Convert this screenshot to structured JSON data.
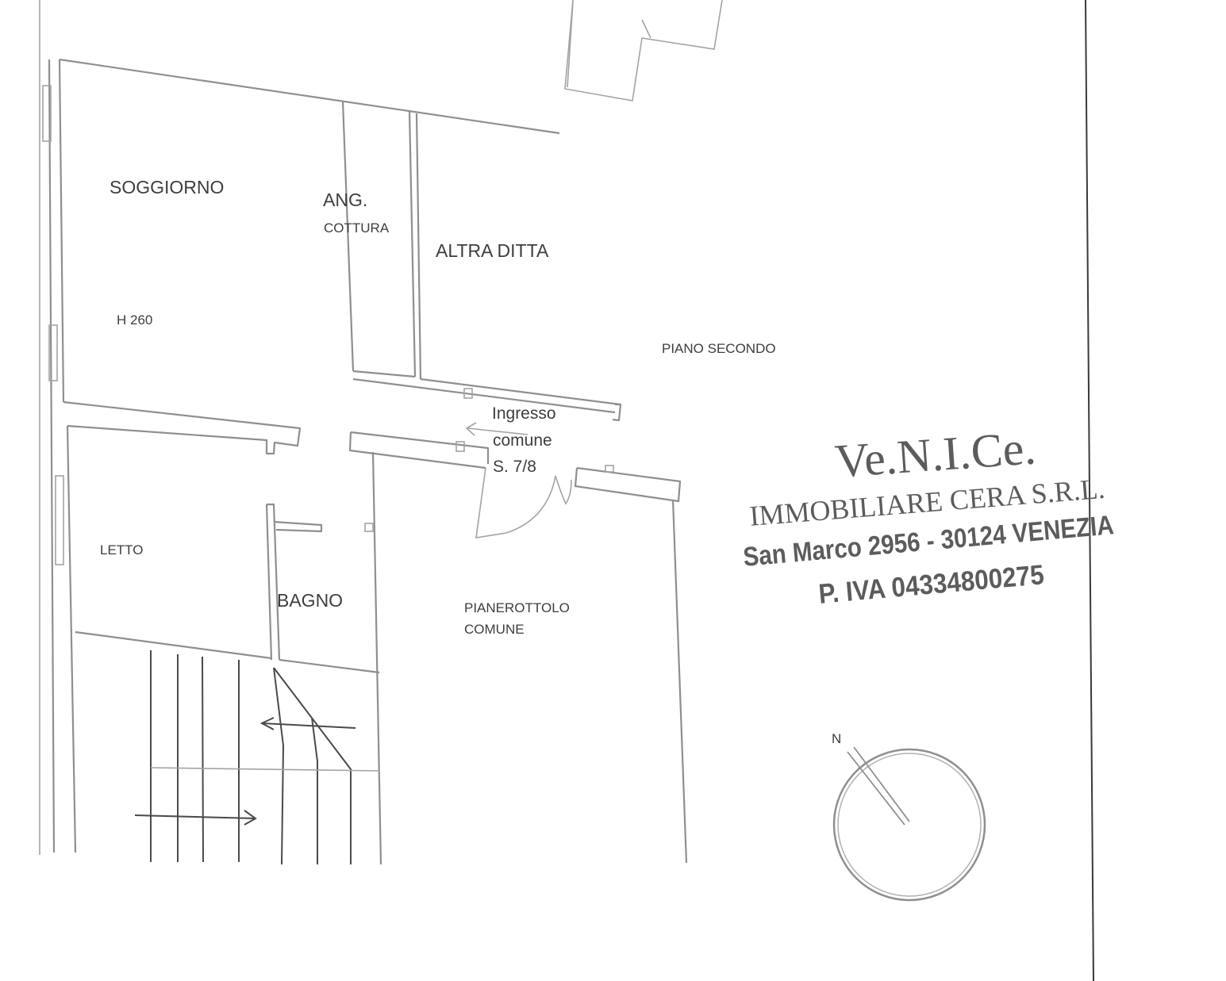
{
  "rooms": {
    "soggiorno": "SOGGIORNO",
    "ang": "ANG.",
    "cottura": "COTTURA",
    "altra_ditta": "ALTRA DITTA",
    "h260": "H 260",
    "piano_secondo": "PIANO SECONDO",
    "ingresso_1": "Ingresso",
    "ingresso_2": "comune",
    "ingresso_3": "S. 7/8",
    "letto": "LETTO",
    "bagno": "BAGNO",
    "pianerottolo_1": "PIANEROTTOLO",
    "pianerottolo_2": "COMUNE"
  },
  "stamp": {
    "line1": "Ve.N.I.Ce.",
    "line2": "IMMOBILIARE CERA S.R.L.",
    "line3": "San Marco 2956 - 30124 VENEZIA",
    "line4": "P. IVA 04334800275"
  },
  "compass": {
    "north_label": "N"
  },
  "colors": {
    "walls": "#8f8f8f",
    "text": "#3e3e3e",
    "stamp": "#5c5c5c"
  }
}
